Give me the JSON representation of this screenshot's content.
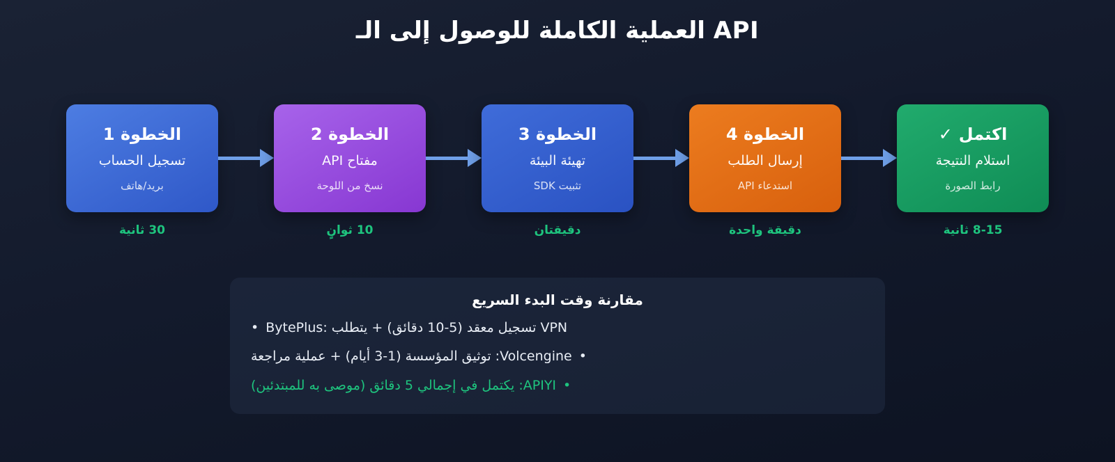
{
  "title": "العملية الكاملة للوصول إلى الـ API",
  "steps": [
    {
      "heading": "الخطوة 1",
      "subtitle": "تسجيل الحساب",
      "detail": "بريد/هاتف",
      "duration": "30 ثانية",
      "gradient_from": "#4d7de2",
      "gradient_to": "#2f58c8"
    },
    {
      "heading": "الخطوة 2",
      "subtitle": "مفتاح API",
      "detail": "نسخ من اللوحة",
      "duration": "10 ثوانٍ",
      "gradient_from": "#a763ea",
      "gradient_to": "#8737d2"
    },
    {
      "heading": "الخطوة 3",
      "subtitle": "تهيئة البيئة",
      "detail": "تثبيت SDK",
      "duration": "دقيقتان",
      "gradient_from": "#3f6cd9",
      "gradient_to": "#2a52c2"
    },
    {
      "heading": "الخطوة 4",
      "subtitle": "إرسال الطلب",
      "detail": "استدعاء API",
      "duration": "دقيقة واحدة",
      "gradient_from": "#ec7c1f",
      "gradient_to": "#d8600d"
    },
    {
      "heading": "اكتمل",
      "check_icon": "✓",
      "subtitle": "استلام النتيجة",
      "detail": "رابط الصورة",
      "duration": "8-15 ثانية",
      "gradient_from": "#21ab6d",
      "gradient_to": "#0f8c55"
    }
  ],
  "comparison": {
    "heading": "مقارنة وقت البدء السريع",
    "items": [
      {
        "bullet": "•",
        "text": "BytePlus: تسجيل معقد (5-10 دقائق) + يتطلب VPN",
        "dir": "ltr",
        "highlighted": false
      },
      {
        "bullet": "•",
        "text": "Volcengine: توثيق المؤسسة (1-3 أيام) + عملية مراجعة",
        "dir": "rtl",
        "highlighted": false
      },
      {
        "bullet": "•",
        "text": "APIYI: يكتمل في إجمالي 5 دقائق (موصى به للمبتدئين)",
        "dir": "rtl",
        "highlighted": true
      }
    ]
  },
  "colors": {
    "arrow_blue": "#6f9fe8",
    "duration_green": "#1ec47e",
    "accent_green": "#1ec47e",
    "panel_background": "rgba(44,56,82,0.35)",
    "text_white": "#ffffff"
  }
}
